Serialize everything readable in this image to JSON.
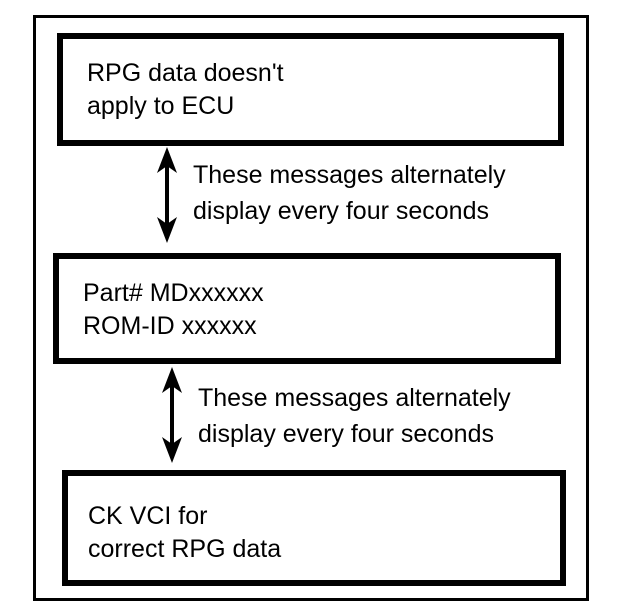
{
  "diagram": {
    "title_absent": true,
    "outer_frame": {
      "name": "outer-frame",
      "color": "#000000"
    },
    "boxes": [
      {
        "id": "box-1",
        "lines": [
          "RPG data doesn't",
          "apply to ECU"
        ],
        "text": "RPG data doesn't\napply to ECU"
      },
      {
        "id": "box-2",
        "lines": [
          "Part# MDxxxxxx",
          "ROM-ID xxxxxx"
        ],
        "text": "Part# MDxxxxxx\nROM-ID xxxxxx"
      },
      {
        "id": "box-3",
        "lines": [
          "CK VCI for",
          "correct RPG data"
        ],
        "text": "CK VCI for\ncorrect RPG data"
      }
    ],
    "connectors": [
      {
        "id": "connector-1",
        "icon": "double-headed-vertical-arrow-icon",
        "from": "box-1",
        "to": "box-2",
        "annotation_lines": [
          "These messages alternately",
          "display every four seconds"
        ],
        "annotation": "These messages alternately\ndisplay every four seconds"
      },
      {
        "id": "connector-2",
        "icon": "double-headed-vertical-arrow-icon",
        "from": "box-2",
        "to": "box-3",
        "annotation_lines": [
          "These messages alternately",
          "display every four seconds"
        ],
        "annotation": "These messages alternately\ndisplay every four seconds"
      }
    ],
    "colors": {
      "ink": "#000000",
      "paper": "#ffffff"
    }
  }
}
